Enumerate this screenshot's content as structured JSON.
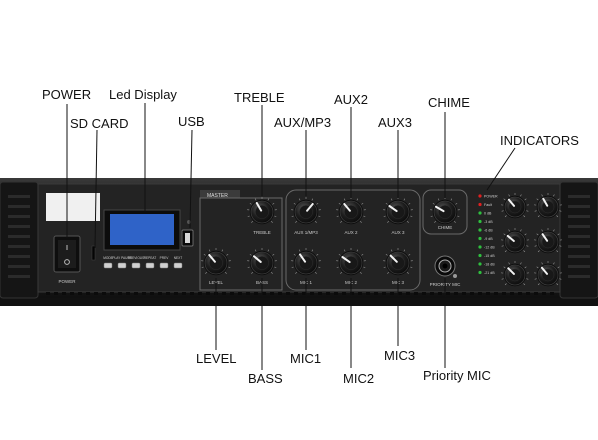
{
  "callouts": {
    "power": "POWER",
    "sd_card": "SD CARD",
    "led_display": "Led Display",
    "usb": "USB",
    "treble": "TREBLE",
    "aux_mp3": "AUX/MP3",
    "aux2": "AUX2",
    "aux3": "AUX3",
    "chime": "CHIME",
    "indicators": "INDICATORS",
    "level": "LEVEL",
    "bass": "BASS",
    "mic1": "MIC1",
    "mic2": "MIC2",
    "mic3": "MIC3",
    "priority_mic": "Priority MIC"
  },
  "panel": {
    "power_switch_label": "POWER",
    "master_tag": "MASTER",
    "player_buttons": [
      "MODE",
      "PLAY PAUSE",
      "PREVIOUS",
      "REPEAT",
      "PREV",
      "NEXT"
    ],
    "knob_labels": {
      "treble": "TREBLE",
      "level": "LEVEL",
      "bass": "BASS",
      "aux_mp3": "AUX 1/MP3",
      "aux2": "AUX 2",
      "aux3": "AUX 3",
      "mic1": "MIC 1",
      "mic2": "MIC 2",
      "mic3": "MIC 3",
      "chime": "CHIME",
      "priority_mic": "PRIORITY MIC"
    },
    "indicator_labels": [
      "POWER",
      "Fault",
      "0 dB",
      "-3 dB",
      "-6 dB",
      "-9 dB",
      "-12 dB",
      "-15 dB",
      "-18 dB",
      "-21 dB"
    ]
  },
  "colors": {
    "chassis": "#1b1b1b",
    "panel": "#2a2a2a",
    "lcd": "#2f63c8",
    "indicator_red": "#e02020",
    "indicator_green": "#2fbf3f",
    "callout_line": "#111111"
  }
}
